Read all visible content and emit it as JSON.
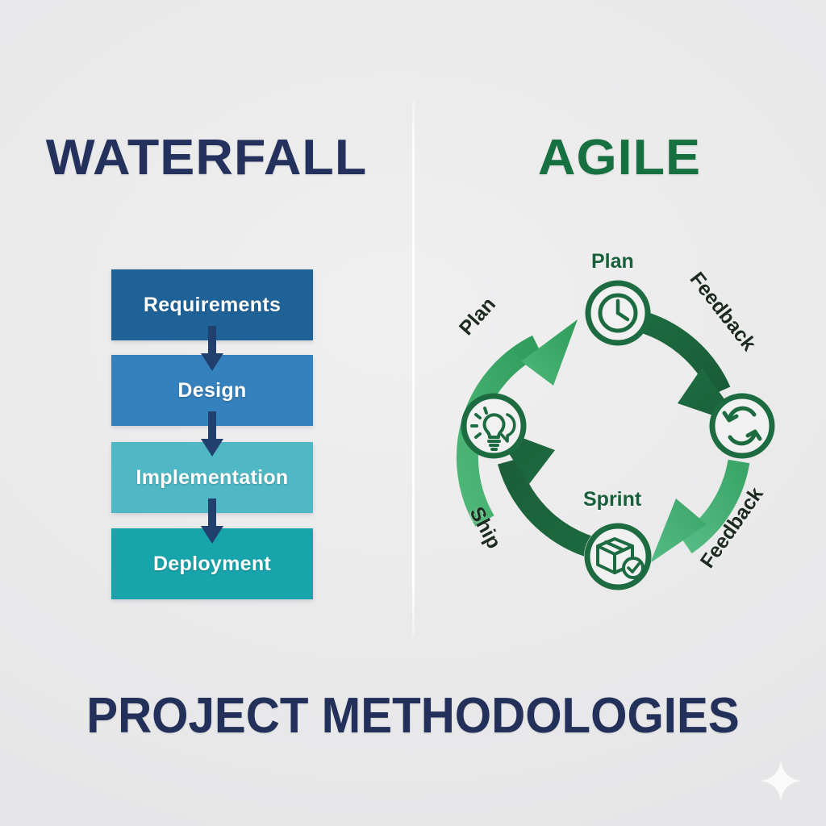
{
  "page": {
    "footer_title": "PROJECT METHODOLOGIES",
    "background_color": "#eaeaeb",
    "divider_color": "#ffffff"
  },
  "waterfall": {
    "title": "WATERFALL",
    "title_color": "#23315c",
    "arrow_color": "#22406e",
    "stages": [
      {
        "label": "Requirements",
        "color": "#1f6298"
      },
      {
        "label": "Design",
        "color": "#3581bd"
      },
      {
        "label": "Implementation",
        "color": "#4fb8c4"
      },
      {
        "label": "Deployment",
        "color": "#17a5ab"
      }
    ]
  },
  "agile": {
    "title": "AGILE",
    "title_color": "#17703f",
    "node_color": "#1d6b41",
    "nodes": [
      {
        "id": "plan",
        "icon": "clock-icon",
        "label": "Plan",
        "position": "top"
      },
      {
        "id": "iterate",
        "icon": "refresh-cycle-icon",
        "label": "",
        "position": "right"
      },
      {
        "id": "sprint",
        "icon": "package-check-icon",
        "label": "Sprint",
        "position": "bottom"
      },
      {
        "id": "idea",
        "icon": "lightbulb-icon",
        "label": "",
        "position": "left"
      }
    ],
    "arcs": [
      {
        "id": "arc-plan",
        "label": "Plan",
        "color": "#3ea967",
        "from": "idea",
        "to": "plan"
      },
      {
        "id": "arc-feedback-top",
        "label": "Feedback",
        "color": "#1d6b3f",
        "from": "plan",
        "to": "iterate"
      },
      {
        "id": "arc-feedback-bot",
        "label": "Feedback",
        "color": "#45ac6d",
        "from": "iterate",
        "to": "sprint"
      },
      {
        "id": "arc-ship",
        "label": "Ship",
        "color": "#1d6b3f",
        "from": "sprint",
        "to": "idea"
      }
    ]
  }
}
